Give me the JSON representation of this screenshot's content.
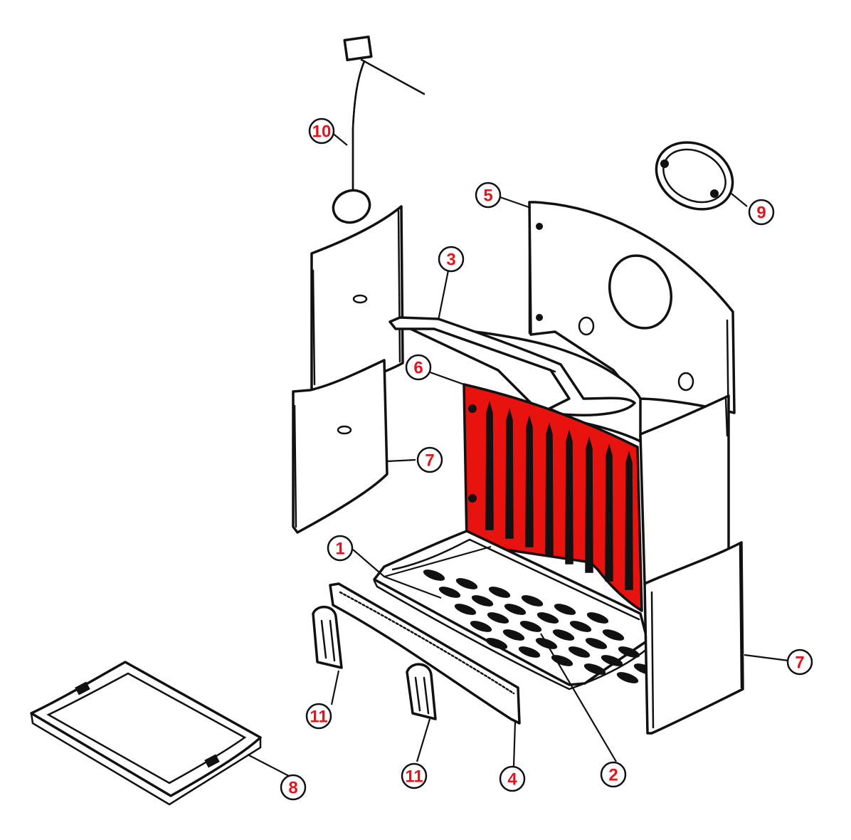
{
  "colors": {
    "label_text": "#e2141c",
    "highlight_fill": "#e8120f",
    "line": "#111111",
    "background": "#ffffff"
  },
  "labels": {
    "part_1": "1",
    "part_2": "2",
    "part_3": "3",
    "part_4": "4",
    "part_5": "5",
    "part_6": "6",
    "part_7_left": "7",
    "part_7_right": "7",
    "part_8": "8",
    "part_9": "9",
    "part_10": "10",
    "part_11_left": "11",
    "part_11_right": "11"
  }
}
